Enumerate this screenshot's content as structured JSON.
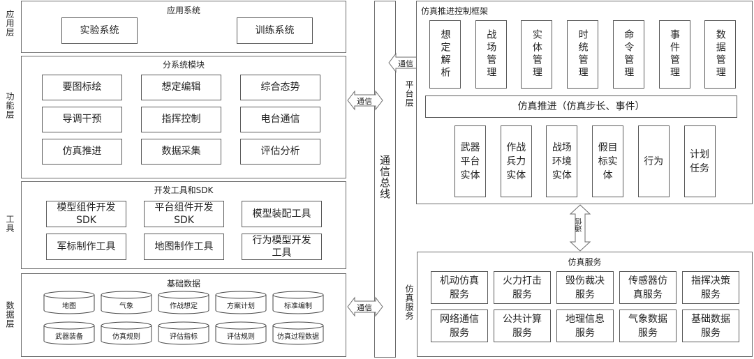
{
  "layers": {
    "app": "应用层",
    "func": "功能层",
    "tools": "工具",
    "data": "数据层",
    "platform": "平台层",
    "service": "仿真服务"
  },
  "app_system": {
    "title": "应用系统",
    "items": [
      "实验系统",
      "训练系统"
    ]
  },
  "subsystem_modules": {
    "title": "分系统模块",
    "items": [
      "要图标绘",
      "想定编辑",
      "综合态势",
      "导调干预",
      "指挥控制",
      "电台通信",
      "仿真推进",
      "数据采集",
      "评估分析"
    ]
  },
  "dev_tools": {
    "title": "开发工具和SDK",
    "items": [
      {
        "line1": "模型组件开发",
        "line2": "SDK"
      },
      {
        "line1": "平台组件开发",
        "line2": "SDK"
      },
      {
        "line1": "模型装配工具",
        "line2": ""
      },
      {
        "line1": "军标制作工具",
        "line2": ""
      },
      {
        "line1": "地图制作工具",
        "line2": ""
      },
      {
        "line1": "行为模型开发",
        "line2": "工具"
      }
    ]
  },
  "base_data": {
    "title": "基础数据",
    "items": [
      "地图",
      "气象",
      "作战想定",
      "方案计划",
      "标准编制",
      "武器装备",
      "仿真规则",
      "评估指标",
      "评估规则",
      "仿真过程数据"
    ]
  },
  "bus": {
    "label": "通信总线",
    "comm_label": "通信"
  },
  "framework": {
    "title": "仿真推进控制框架",
    "managers": [
      "想定解析",
      "战场管理",
      "实体管理",
      "时统管理",
      "命令管理",
      "事件管理",
      "数据管理"
    ],
    "advance": "仿真推进（仿真步长、事件）",
    "entities": [
      {
        "line1": "武器",
        "line2": "平台",
        "line3": "实体"
      },
      {
        "line1": "作战",
        "line2": "兵力",
        "line3": "实体"
      },
      {
        "line1": "战场",
        "line2": "环境",
        "line3": "实体"
      },
      {
        "line1": "假目",
        "line2": "标实",
        "line3": "体"
      },
      {
        "line1": "行为",
        "line2": "",
        "line3": ""
      },
      {
        "line1": "计划",
        "line2": "任务",
        "line3": ""
      }
    ]
  },
  "sim_services": {
    "title": "仿真服务",
    "items": [
      {
        "line1": "机动仿真",
        "line2": "服务"
      },
      {
        "line1": "火力打击",
        "line2": "服务"
      },
      {
        "line1": "毁伤裁决",
        "line2": "服务"
      },
      {
        "line1": "传感器仿",
        "line2": "真服务"
      },
      {
        "line1": "指挥决策",
        "line2": "服务"
      },
      {
        "line1": "网络通信",
        "line2": "服务"
      },
      {
        "line1": "公共计算",
        "line2": "服务"
      },
      {
        "line1": "地理信息",
        "line2": "服务"
      },
      {
        "line1": "气象数据",
        "line2": "服务"
      },
      {
        "line1": "基础数据",
        "line2": "服务"
      }
    ]
  }
}
